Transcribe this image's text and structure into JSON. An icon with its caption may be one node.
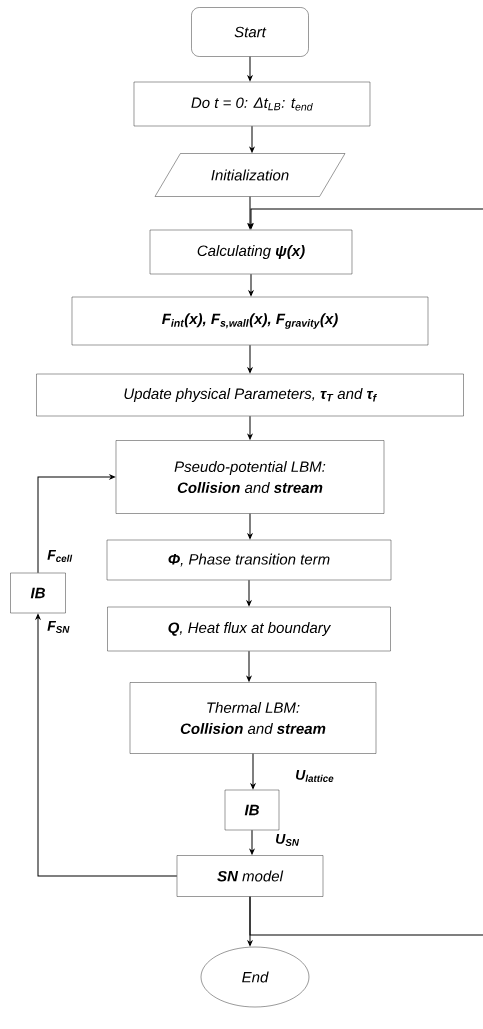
{
  "diagram": {
    "nodes": [
      {
        "text": [
          "Start"
        ]
      },
      {
        "text": [
          "Do t = 0: Δt$_{LB}$: t$_{end}$"
        ]
      },
      {
        "text": [
          "Initialization"
        ]
      },
      {
        "text": [
          "Calculating **ψ(x)**"
        ]
      },
      {
        "text": [
          "F$_{int}$(x), F$_{s,wall}$(x), F$_{gravity}$(x)"
        ]
      },
      {
        "text": [
          "Update physical Parameters, **τ$_{T}$** and **τ$_{f}$**"
        ]
      },
      {
        "text": [
          "Pseudo-potential LBM:",
          "**Collision** and **stream**"
        ]
      },
      {
        "text": [
          "**Φ**, Phase transition term"
        ]
      },
      {
        "text": [
          "**Q**, Heat flux at boundary"
        ]
      },
      {
        "text": [
          "Thermal LBM:",
          "**Collision** and **stream**"
        ]
      },
      {
        "text": [
          "IB"
        ]
      },
      {
        "text": [
          "**SN** model"
        ]
      },
      {
        "text": [
          "End"
        ]
      },
      {
        "text": [
          "IB"
        ]
      }
    ],
    "edges": [
      {
        "from": 0,
        "to": 1,
        "arrow": "to"
      },
      {
        "from": 1,
        "to": 2,
        "arrow": "to"
      },
      {
        "from": 2,
        "to": 3,
        "arrow": "to"
      },
      {
        "from": 3,
        "to": 4,
        "arrow": "to"
      },
      {
        "from": 4,
        "to": 5,
        "arrow": "to"
      },
      {
        "from": 5,
        "to": 6,
        "arrow": "to"
      },
      {
        "from": 6,
        "to": 7,
        "arrow": "to"
      },
      {
        "from": 7,
        "to": 8,
        "arrow": "to"
      },
      {
        "from": 8,
        "to": 9,
        "arrow": "to"
      },
      {
        "from": 9,
        "to": 10,
        "arrow": "to",
        "label": "U$_{lattice}$"
      },
      {
        "from": 10,
        "to": 11,
        "arrow": "to",
        "label": "U$_{SN}$"
      },
      {
        "from": 11,
        "to": 12,
        "arrow": "to"
      },
      {
        "from": 11,
        "to": 13,
        "arrow": "to",
        "label": "F$_{SN}$"
      },
      {
        "from": 13,
        "to": 6,
        "arrow": "to",
        "label": "F$_{cell}$"
      },
      {
        "from": 11,
        "to": 3,
        "arrow": "to"
      }
    ]
  }
}
